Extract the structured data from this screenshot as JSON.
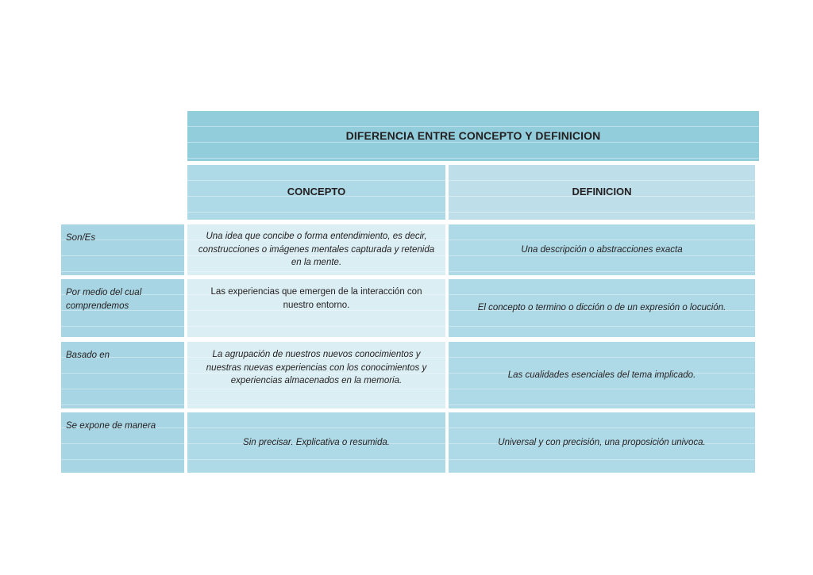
{
  "document": {
    "title": "DIFERENCIA ENTRE CONCEPTO Y DEFINICION"
  },
  "table": {
    "title": "DIFERENCIA ENTRE CONCEPTO Y DEFINICION",
    "column_headers": {
      "spacer": "",
      "concepto": "CONCEPTO",
      "definicion": "DEFINICION"
    },
    "rows": [
      {
        "label": "Son/Es",
        "concepto": "Una idea que concibe o forma entendimiento, es decir, construcciones o imágenes mentales capturada y retenida en la mente.",
        "definicion": "Una descripción o abstracciones exacta"
      },
      {
        "label": "Por medio del cual comprendemos",
        "concepto": "Las experiencias que emergen de la interacción con nuestro entorno.",
        "definicion": "El concepto o termino o dicción o de un expresión o locución."
      },
      {
        "label": "Basado en",
        "concepto": "La agrupación de nuestros nuevos conocimientos y nuestras nuevas experiencias con los conocimientos y experiencias almacenados en la memoria.",
        "definicion": "Las cualidades esenciales del tema implicado."
      },
      {
        "label": "Se expone de manera",
        "concepto": "Sin precisar.  Explicativa o resumida.",
        "definicion": "Universal y con precisión, una proposición univoca."
      }
    ]
  },
  "colors": {
    "title_fill": "#92CDDC",
    "concepto_header_fill": "#AED9E6",
    "definicion_header_fill": "#BEDFE9",
    "row_label_fill": "#A8D5E3",
    "concepto_cell_fill": "#DBEEF3",
    "definicion_cell_fill": "#AED9E6",
    "page_background": "#FFFFFF",
    "text": "#231F20"
  }
}
